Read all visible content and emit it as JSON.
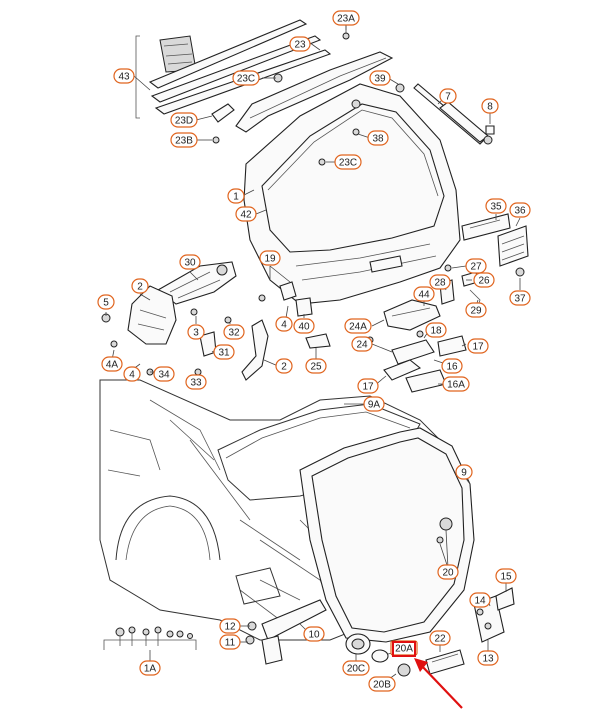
{
  "colors": {
    "callout_border": "#e0641e",
    "highlight": "#e01010",
    "linework": "#222222"
  },
  "highlighted_part": "20A",
  "callouts": [
    {
      "label": "43"
    },
    {
      "label": "23A"
    },
    {
      "label": "23"
    },
    {
      "label": "23C"
    },
    {
      "label": "39"
    },
    {
      "label": "7"
    },
    {
      "label": "23D"
    },
    {
      "label": "23B"
    },
    {
      "label": "38"
    },
    {
      "label": "8"
    },
    {
      "label": "23C"
    },
    {
      "label": "1"
    },
    {
      "label": "42"
    },
    {
      "label": "35"
    },
    {
      "label": "36"
    },
    {
      "label": "27"
    },
    {
      "label": "26"
    },
    {
      "label": "28"
    },
    {
      "label": "29"
    },
    {
      "label": "37"
    },
    {
      "label": "30"
    },
    {
      "label": "19"
    },
    {
      "label": "2"
    },
    {
      "label": "5"
    },
    {
      "label": "4"
    },
    {
      "label": "40"
    },
    {
      "label": "44"
    },
    {
      "label": "3"
    },
    {
      "label": "32"
    },
    {
      "label": "24A"
    },
    {
      "label": "24"
    },
    {
      "label": "18"
    },
    {
      "label": "4A"
    },
    {
      "label": "31"
    },
    {
      "label": "17"
    },
    {
      "label": "4"
    },
    {
      "label": "34"
    },
    {
      "label": "33"
    },
    {
      "label": "2"
    },
    {
      "label": "25"
    },
    {
      "label": "16"
    },
    {
      "label": "17"
    },
    {
      "label": "16A"
    },
    {
      "label": "9A"
    },
    {
      "label": "9"
    },
    {
      "label": "20"
    },
    {
      "label": "15"
    },
    {
      "label": "14"
    },
    {
      "label": "12"
    },
    {
      "label": "11"
    },
    {
      "label": "10"
    },
    {
      "label": "22"
    },
    {
      "label": "20A"
    },
    {
      "label": "13"
    },
    {
      "label": "20C"
    },
    {
      "label": "20B"
    },
    {
      "label": "1A"
    }
  ]
}
